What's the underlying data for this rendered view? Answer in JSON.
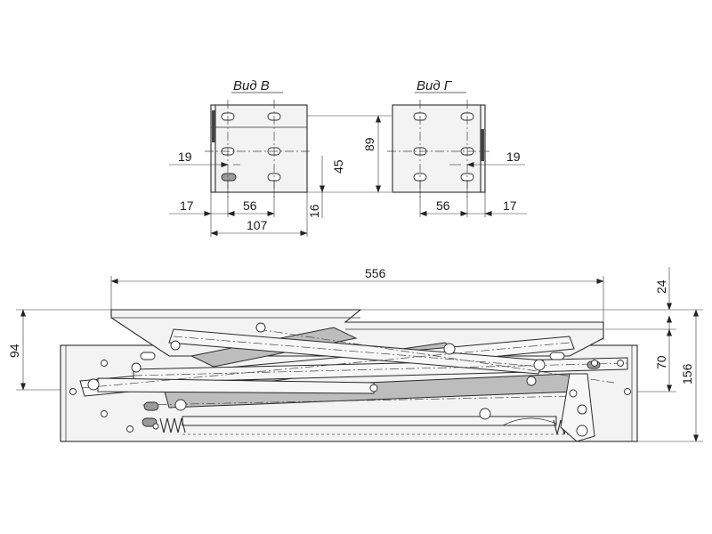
{
  "views": {
    "view_b_title": "Вид В",
    "view_g_title": "Вид Г"
  },
  "dimensions": {
    "b_19": "19",
    "b_17": "17",
    "b_56": "56",
    "b_107": "107",
    "b_45": "45",
    "b_16": "16",
    "b_89": "89",
    "g_19": "19",
    "g_56": "56",
    "g_17": "17",
    "main_556": "556",
    "main_24": "24",
    "main_94": "94",
    "main_70": "70",
    "main_156": "156"
  }
}
